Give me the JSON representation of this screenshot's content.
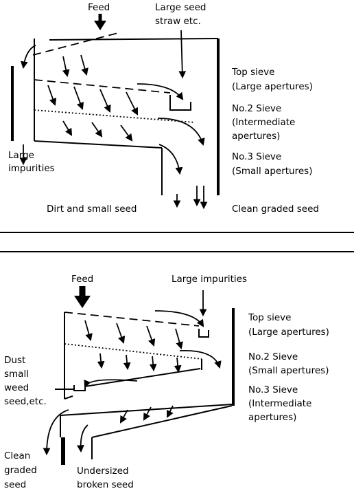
{
  "diagram_1": {
    "feed": "Feed",
    "top_right_line1": "Large seed",
    "top_right_line2": "straw etc.",
    "sieve_top_line1": "Top sieve",
    "sieve_top_line2": "(Large apertures)",
    "sieve_2_line1": "No.2 Sieve",
    "sieve_2_line2": "(Intermediate",
    "sieve_2_line3": "apertures)",
    "sieve_3_line1": "No.3 Sieve",
    "sieve_3_line2": "(Small apertures)",
    "left_line1": "Large",
    "left_line2": "impurities",
    "bottom_left": "Dirt and small seed",
    "bottom_right": "Clean graded seed"
  },
  "diagram_2": {
    "feed": "Feed",
    "top_right": "Large impurities",
    "sieve_top_line1": "Top sieve",
    "sieve_top_line2": "(Large apertures)",
    "sieve_2_line1": "No.2 Sieve",
    "sieve_2_line2": "(Small apertures)",
    "sieve_3_line1": "No.3 Sieve",
    "sieve_3_line2": "(Intermediate",
    "sieve_3_line3": "apertures)",
    "left_line1": "Dust",
    "left_line2": "small",
    "left_line3": "weed",
    "left_line4": "seed,etc.",
    "bottom_left_line1": "Clean",
    "bottom_left_line2": "graded",
    "bottom_left_line3": "seed",
    "bottom_mid_line1": "Undersized",
    "bottom_mid_line2": "broken seed"
  }
}
